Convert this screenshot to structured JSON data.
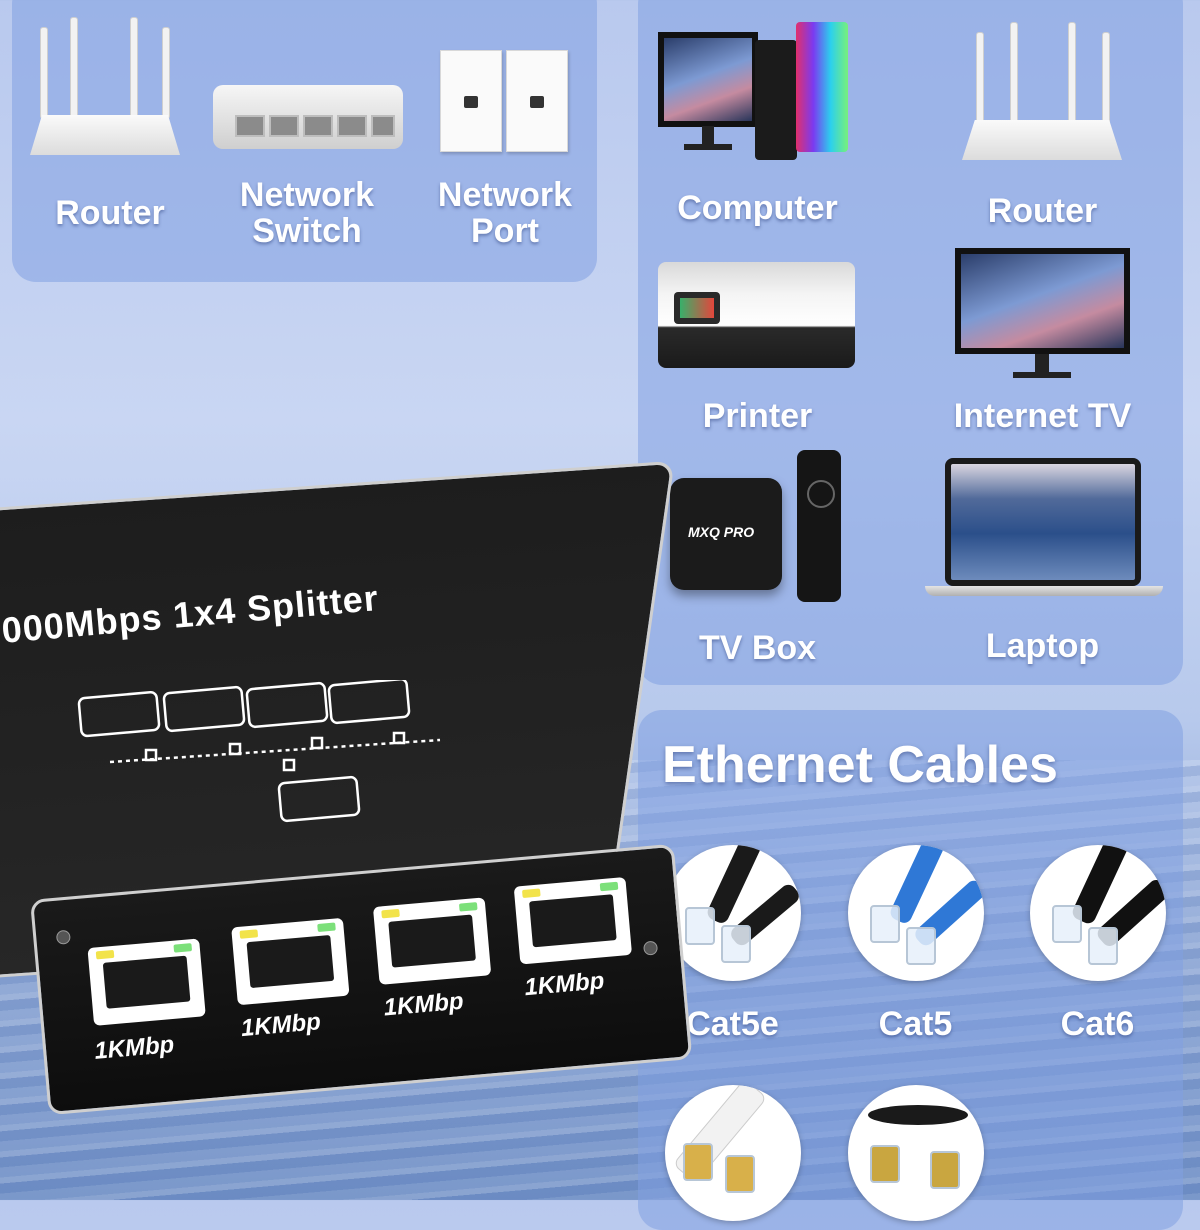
{
  "source_devices": [
    {
      "label_line1": "Router",
      "label_line2": "",
      "icon": "router-icon"
    },
    {
      "label_line1": "Network",
      "label_line2": "Switch",
      "icon": "network-switch-icon"
    },
    {
      "label_line1": "Network",
      "label_line2": "Port",
      "icon": "wall-port-icon"
    }
  ],
  "target_devices": [
    {
      "label": "Computer",
      "icon": "desktop-computer-icon"
    },
    {
      "label": "Router",
      "icon": "router-icon"
    },
    {
      "label": "Printer",
      "icon": "printer-icon"
    },
    {
      "label": "Internet TV",
      "icon": "monitor-icon"
    },
    {
      "label": "TV Box",
      "icon": "tv-box-icon"
    },
    {
      "label": "Laptop",
      "icon": "laptop-icon"
    }
  ],
  "tv_box_brand": "MXQ PRO",
  "cables": {
    "title": "Ethernet Cables",
    "items": [
      {
        "label": "Cat5e",
        "color": "#1a1a1a"
      },
      {
        "label": "Cat5",
        "color": "#2f78d6"
      },
      {
        "label": "Cat6",
        "color": "#111111"
      },
      {
        "label": "",
        "color": "#f2f2f2"
      },
      {
        "label": "",
        "color": "#1a1a1a"
      }
    ]
  },
  "splitter": {
    "title": "000Mbps 1x4 Splitter",
    "port_labels": [
      "1KMbp",
      "1KMbp",
      "1KMbp",
      "1KMbp"
    ]
  },
  "colors": {
    "panel": "#86a2e0",
    "led_yellow": "#f2e34a",
    "led_green": "#7ce07a"
  }
}
